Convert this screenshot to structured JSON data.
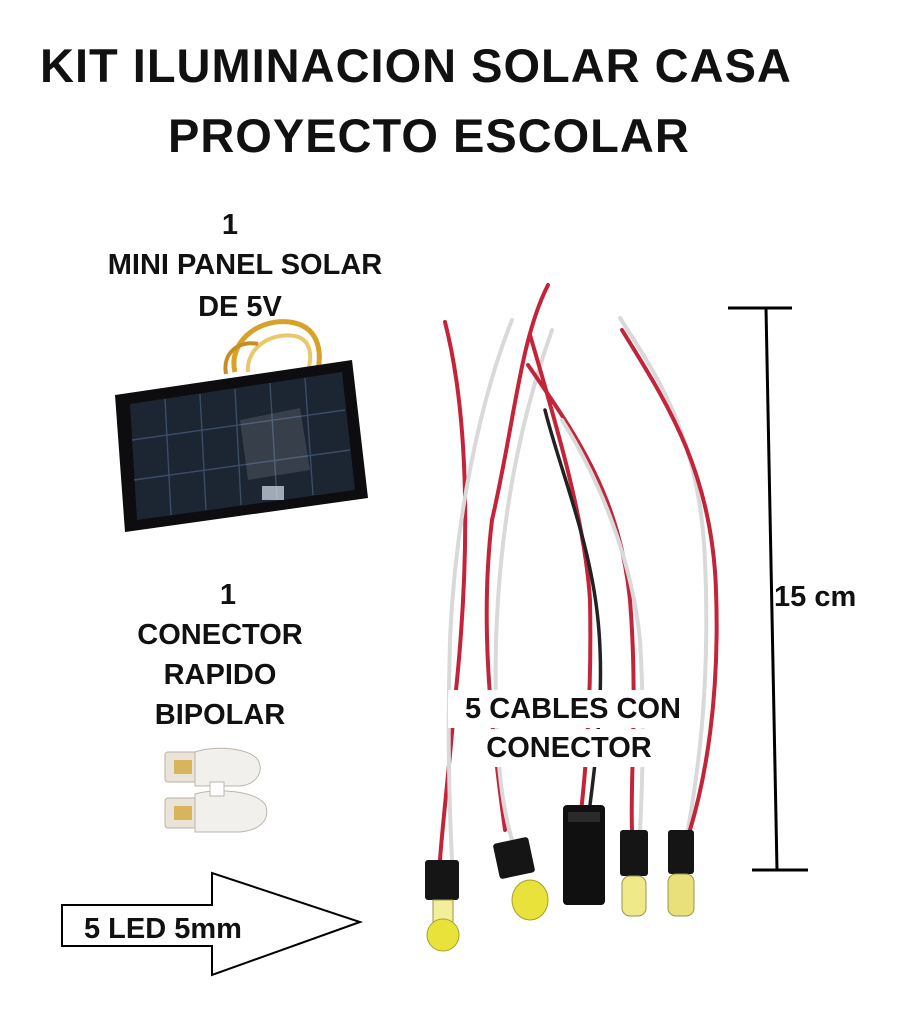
{
  "title": {
    "line1": "KIT ILUMINACION SOLAR CASA",
    "line2": "PROYECTO ESCOLAR"
  },
  "panel": {
    "qty": "1",
    "line1": "MINI PANEL SOLAR",
    "line2": "DE 5V"
  },
  "connector": {
    "qty": "1",
    "line1": "CONECTOR",
    "line2": "RAPIDO",
    "line3": "BIPOLAR"
  },
  "cables": {
    "line1": "5 CABLES CON",
    "line2": "CONECTOR"
  },
  "dimension": {
    "label": "15 cm"
  },
  "led": {
    "label": "5  LED 5mm"
  },
  "colors": {
    "text": "#111111",
    "wire_red": "#c4243a",
    "wire_white": "#e4e4e4",
    "wire_black": "#222222",
    "led_yellow": "#e8e23a",
    "panel_dark": "#1c2532",
    "connector_white": "#f2f0ec"
  }
}
